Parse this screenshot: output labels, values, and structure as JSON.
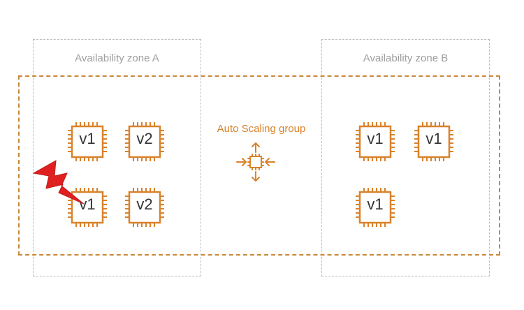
{
  "zones": {
    "a": {
      "label": "Availability zone A"
    },
    "b": {
      "label": "Availability zone B"
    }
  },
  "asg": {
    "label": "Auto Scaling group",
    "icon": "auto-scaling-icon"
  },
  "instances": {
    "a1": "v1",
    "a2": "v2",
    "a3": "v1",
    "a4": "v2",
    "b1": "v1",
    "b2": "v1",
    "b3": "v1"
  },
  "colors": {
    "accent": "#d9822b",
    "zone_border": "#bdbdbd",
    "failure": "#e02020"
  },
  "icons": {
    "instance": "ec2-instance-icon",
    "failure": "lightning-failure-icon"
  }
}
